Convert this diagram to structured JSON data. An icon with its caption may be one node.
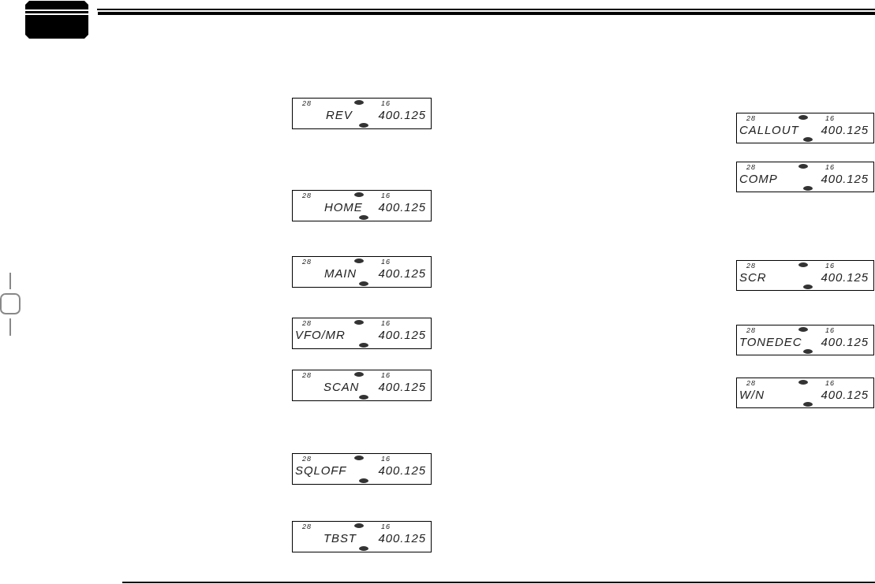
{
  "diagram": {
    "nodes": [
      {
        "text": [
          "28",
          "16",
          "REV",
          "400.125"
        ]
      },
      {
        "text": [
          "28",
          "16",
          "HOME",
          "400.125"
        ]
      },
      {
        "text": [
          "28",
          "16",
          "MAIN",
          "400.125"
        ]
      },
      {
        "text": [
          "28",
          "16",
          "VFO/MR",
          "400.125"
        ]
      },
      {
        "text": [
          "28",
          "16",
          "SCAN",
          "400.125"
        ]
      },
      {
        "text": [
          "28",
          "16",
          "SQLOFF",
          "400.125"
        ]
      },
      {
        "text": [
          "28",
          "16",
          "TBST",
          "400.125"
        ]
      },
      {
        "text": [
          "28",
          "16",
          "CALLOUT",
          "400.125"
        ]
      },
      {
        "text": [
          "28",
          "16",
          "COMP",
          "400.125"
        ]
      },
      {
        "text": [
          "28",
          "16",
          "SCR",
          "400.125"
        ]
      },
      {
        "text": [
          "28",
          "16",
          "TONEDEC",
          "400.125"
        ]
      },
      {
        "text": [
          "28",
          "16",
          "W/N",
          "400.125"
        ]
      }
    ]
  }
}
